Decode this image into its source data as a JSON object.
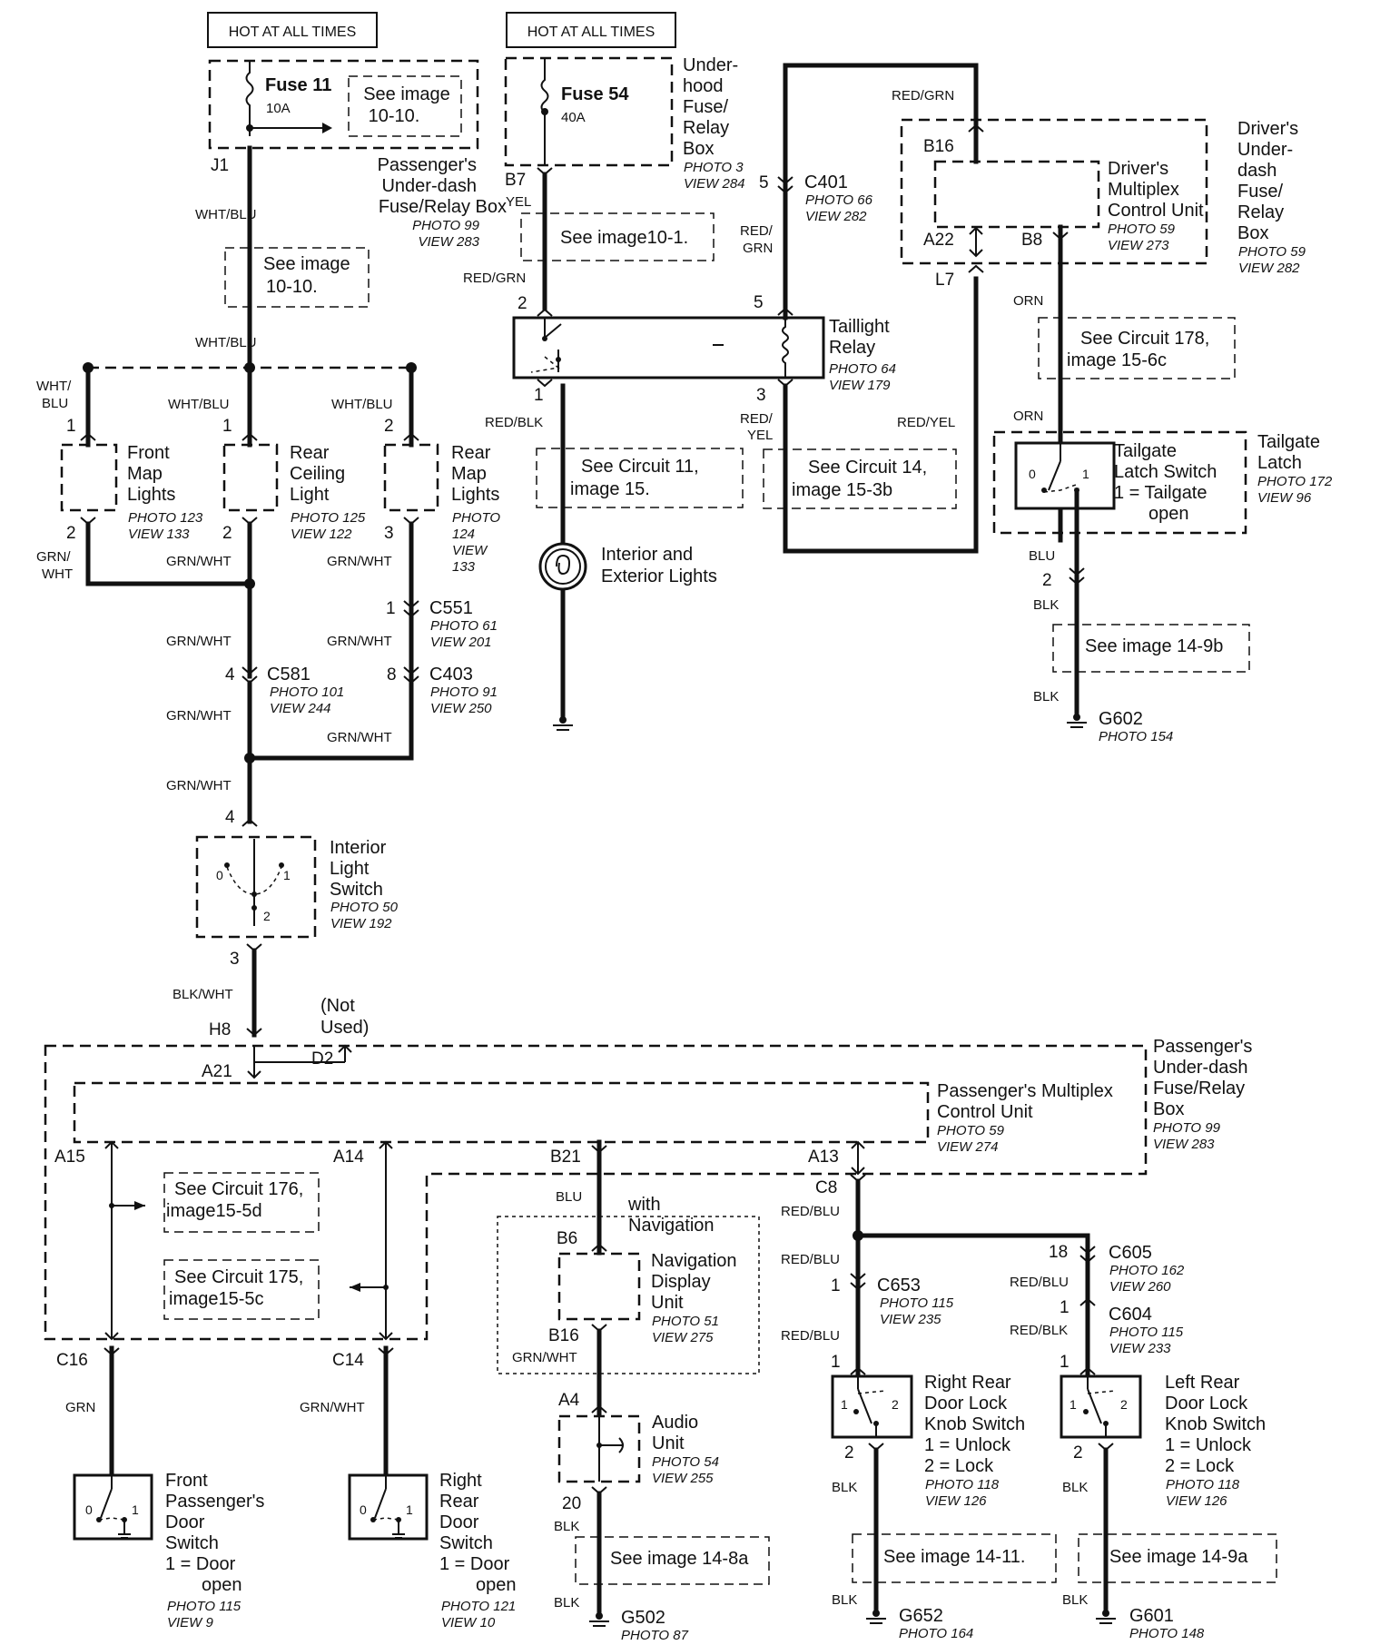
{
  "top_left": {
    "hot_label": "HOT AT ALL TIMES",
    "fuse": "Fuse 11",
    "rating": "10A",
    "see": [
      "See image",
      "10-10."
    ],
    "box_name": [
      "Passenger's",
      "Under-dash",
      "Fuse/Relay Box"
    ],
    "photo": "PHOTO 99",
    "view": "VIEW 283",
    "pin": "J1"
  },
  "top_mid": {
    "hot_label": "HOT AT ALL TIMES",
    "fuse": "Fuse 54",
    "rating": "40A",
    "box_name": [
      "Under-",
      "hood",
      "Fuse/",
      "Relay",
      "Box"
    ],
    "photo": "PHOTO 3",
    "view": "VIEW 284",
    "pin": "B7"
  },
  "wires": {
    "wht_blu": "WHT/BLU",
    "wht_blu_split": [
      "WHT/",
      "BLU"
    ],
    "grn_wht": "GRN/WHT",
    "grn_wht_split": [
      "GRN/",
      "WHT"
    ],
    "yel": "YEL",
    "red_grn": "RED/GRN",
    "red_grn_split": [
      "RED/",
      "GRN"
    ],
    "red_blk": "RED/BLK",
    "red_yel_split": [
      "RED/",
      "YEL"
    ],
    "red_yel": "RED/YEL",
    "orn": "ORN",
    "blu": "BLU",
    "blk": "BLK",
    "blk_wht": "BLK/WHT",
    "red_blu": "RED/BLU",
    "grn": "GRN"
  },
  "see_images": {
    "s1": [
      "See image",
      "10-10."
    ],
    "s2": "See image10-1.",
    "s3": [
      "See Circuit 11,",
      "image 15."
    ],
    "s4": [
      "See Circuit 14,",
      "image 15-3b"
    ],
    "s5": [
      "See Circuit 178,",
      "image 15-6c"
    ],
    "s6": "See image 14-9b",
    "s7": [
      "See Circuit 176,",
      "image15-5d"
    ],
    "s8": [
      "See Circuit 175,",
      "image15-5c"
    ],
    "s9": "See image 14-8a",
    "s10": "See image 14-11.",
    "s11": "See image 14-9a"
  },
  "connectors": {
    "c401": {
      "name": "C401",
      "pin": "5",
      "photo": "PHOTO 66",
      "view": "VIEW 282"
    },
    "c551": {
      "name": "C551",
      "pin": "1",
      "photo": "PHOTO 61",
      "view": "VIEW 201"
    },
    "c581": {
      "name": "C581",
      "pin": "4",
      "photo": "PHOTO 101",
      "view": "VIEW 244"
    },
    "c403": {
      "name": "C403",
      "pin": "8",
      "photo": "PHOTO 91",
      "view": "VIEW 250"
    },
    "c605": {
      "name": "C605",
      "pin": "18",
      "photo": "PHOTO 162",
      "view": "VIEW 260"
    },
    "c604": {
      "name": "C604",
      "pin": "1",
      "photo": "PHOTO 115",
      "view": "VIEW 233"
    },
    "c653": {
      "name": "C653",
      "pin": "1",
      "photo": "PHOTO 115",
      "view": "VIEW 235"
    }
  },
  "drivers_box": {
    "name": [
      "Driver's",
      "Under-",
      "dash",
      "Fuse/",
      "Relay",
      "Box"
    ],
    "photo": "PHOTO 59",
    "view": "VIEW 282",
    "unit": [
      "Driver's",
      "Multiplex",
      "Control Unit"
    ],
    "unit_photo": "PHOTO 59",
    "unit_view": "VIEW 273",
    "pin_b16": "B16",
    "pin_a22": "A22",
    "pin_b8": "B8",
    "pin_l7": "L7"
  },
  "taillight_relay": {
    "name": [
      "Taillight",
      "Relay"
    ],
    "photo": "PHOTO 64",
    "view": "VIEW 179",
    "pin1": "1",
    "pin2": "2",
    "pin3": "3",
    "pin5": "5"
  },
  "lights": {
    "name": [
      "Interior and",
      "Exterior Lights"
    ]
  },
  "front_map": {
    "name": [
      "Front",
      "Map",
      "Lights"
    ],
    "photo": "PHOTO 123",
    "view": "VIEW 133",
    "pin_top": "1",
    "pin_bot": "2"
  },
  "rear_ceiling": {
    "name": [
      "Rear",
      "Ceiling",
      "Light"
    ],
    "photo": "PHOTO 125",
    "view": "VIEW 122",
    "pin_top": "1",
    "pin_bot": "2"
  },
  "rear_map": {
    "name": [
      "Rear",
      "Map",
      "Lights"
    ],
    "photo": [
      "PHOTO",
      "124",
      "VIEW",
      "133"
    ],
    "pin_top": "2",
    "pin_bot": "3"
  },
  "interior_switch": {
    "name": [
      "Interior",
      "Light",
      "Switch"
    ],
    "photo": "PHOTO 50",
    "view": "VIEW 192",
    "pin_top": "4",
    "pin_bot": "3",
    "pos0": "0",
    "pos1": "1",
    "pos2": "2"
  },
  "tailgate": {
    "name": [
      "Tailgate",
      "Latch Switch",
      "1 = Tailgate",
      "open"
    ],
    "latch": [
      "Tailgate",
      "Latch"
    ],
    "photo": "PHOTO 172",
    "view": "VIEW 96",
    "pos0": "0",
    "pos1": "1",
    "pin2": "2"
  },
  "g602": {
    "name": "G602",
    "photo": "PHOTO 154"
  },
  "passenger_box": {
    "name": [
      "Passenger's",
      "Under-dash",
      "Fuse/Relay",
      "Box"
    ],
    "photo": "PHOTO 99",
    "view": "VIEW 283",
    "unit": [
      "Passenger's Multiplex",
      "Control Unit"
    ],
    "unit_photo": "PHOTO 59",
    "unit_view": "VIEW 274",
    "h8": "H8",
    "not_used": [
      "(Not",
      "Used)"
    ],
    "d2": "D2",
    "a21": "A21",
    "a15": "A15",
    "a14": "A14",
    "b21": "B21",
    "a13": "A13",
    "c8": "C8",
    "c16": "C16",
    "c14": "C14"
  },
  "navigation": {
    "with_nav": [
      "with",
      "Navigation"
    ],
    "name": [
      "Navigation",
      "Display",
      "Unit"
    ],
    "photo": "PHOTO 51",
    "view": "VIEW 275",
    "b6": "B6",
    "b16": "B16"
  },
  "audio": {
    "name": [
      "Audio",
      "Unit"
    ],
    "photo": "PHOTO 54",
    "view": "VIEW 255",
    "a4": "A4",
    "pin20": "20"
  },
  "g502": {
    "name": "G502",
    "photo": "PHOTO 87"
  },
  "front_door": {
    "name": [
      "Front",
      "Passenger's",
      "Door",
      "Switch",
      "1 =  Door",
      "open"
    ],
    "photo": "PHOTO 115",
    "view": "VIEW 9",
    "pos0": "0",
    "pos1": "1"
  },
  "rear_door": {
    "name": [
      "Right",
      "Rear",
      "Door",
      "Switch",
      "1 = Door",
      "open"
    ],
    "photo": "PHOTO 121",
    "view": "VIEW 10",
    "pos0": "0",
    "pos1": "1"
  },
  "right_knob": {
    "name": [
      "Right Rear",
      "Door Lock",
      "Knob Switch",
      "1 = Unlock",
      "2 = Lock"
    ],
    "photo": "PHOTO 118",
    "view": "VIEW 126",
    "pos1": "1",
    "pos2": "2",
    "pin1": "1",
    "pin2": "2"
  },
  "left_knob": {
    "name": [
      "Left Rear",
      "Door Lock",
      "Knob Switch",
      "1 = Unlock",
      "2 = Lock"
    ],
    "photo": "PHOTO 118",
    "view": "VIEW 126",
    "pos1": "1",
    "pos2": "2",
    "pin1": "1",
    "pin2": "2"
  },
  "g652": {
    "name": "G652",
    "photo": "PHOTO 164"
  },
  "g601": {
    "name": "G601",
    "photo": "PHOTO 148"
  }
}
